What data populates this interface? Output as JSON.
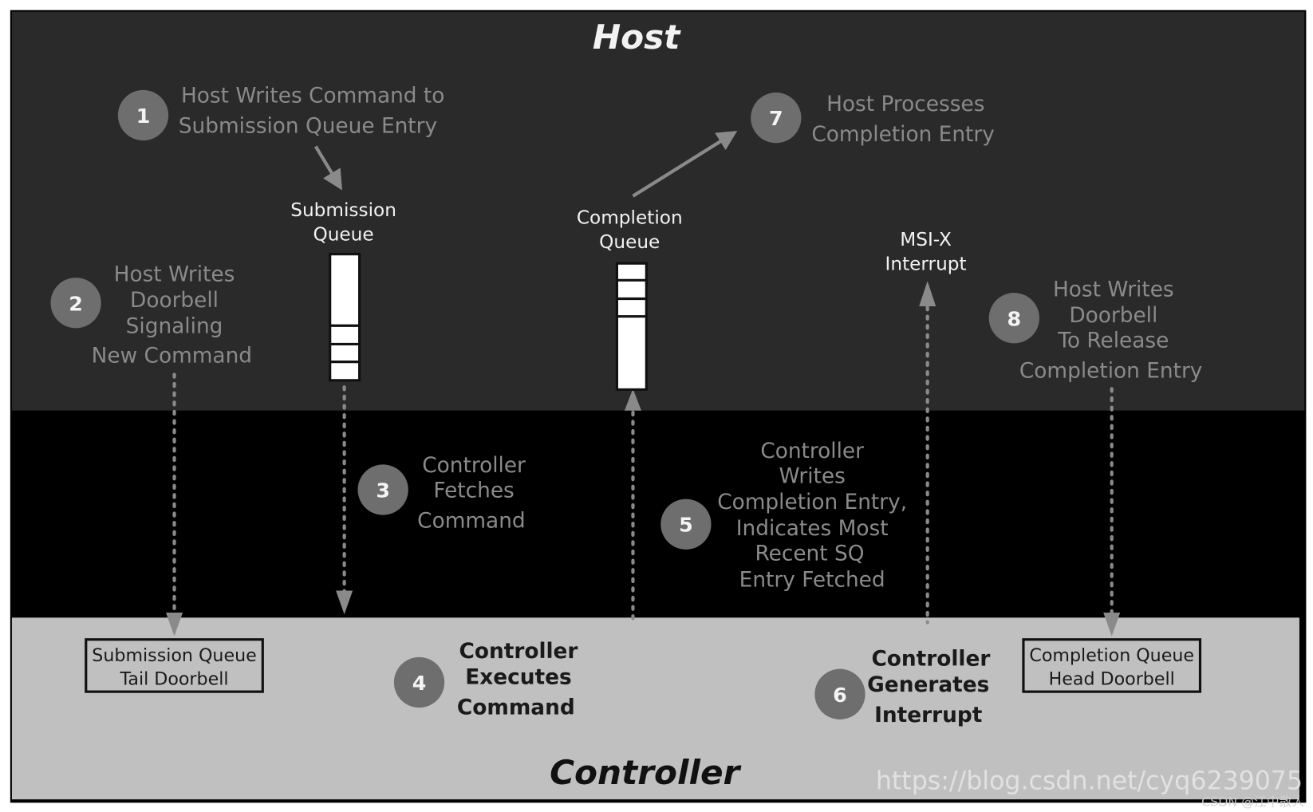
{
  "regions": {
    "host": "Host",
    "controller": "Controller"
  },
  "steps": [
    {
      "num": "1",
      "lines": [
        "Host Writes Command to",
        "Submission Queue Entry"
      ]
    },
    {
      "num": "2",
      "lines": [
        "Host Writes",
        "Doorbell",
        "Signaling",
        "New Command"
      ]
    },
    {
      "num": "3",
      "lines": [
        "Controller",
        "Fetches",
        "Command"
      ]
    },
    {
      "num": "4",
      "lines": [
        "Controller",
        "Executes",
        "Command"
      ]
    },
    {
      "num": "5",
      "lines": [
        "Controller",
        "Writes",
        "Completion Entry,",
        "Indicates Most",
        "Recent SQ",
        "Entry Fetched"
      ]
    },
    {
      "num": "6",
      "lines": [
        "Controller",
        "Generates",
        "Interrupt"
      ]
    },
    {
      "num": "7",
      "lines": [
        "Host Processes",
        "Completion Entry"
      ]
    },
    {
      "num": "8",
      "lines": [
        "Host Writes",
        "Doorbell",
        "To Release",
        "Completion Entry"
      ]
    }
  ],
  "queues": {
    "submission": [
      "Submission",
      "Queue"
    ],
    "completion": [
      "Completion",
      "Queue"
    ],
    "msix": [
      "MSI-X",
      "Interrupt"
    ]
  },
  "doorbells": {
    "sq_tail": [
      "Submission Queue",
      "Tail Doorbell"
    ],
    "cq_head": [
      "Completion Queue",
      "Head Doorbell"
    ]
  },
  "watermark": {
    "url": "https://blog.csdn.net/cyq6239075",
    "author": "CSDN @江中散人"
  },
  "colors": {
    "host_bg": "#2a2a2a",
    "middle_bg": "#000000",
    "controller_bg": "#c0c0c0",
    "step_circle": "#6e6e6e",
    "arrow": "#8a8a8a"
  }
}
